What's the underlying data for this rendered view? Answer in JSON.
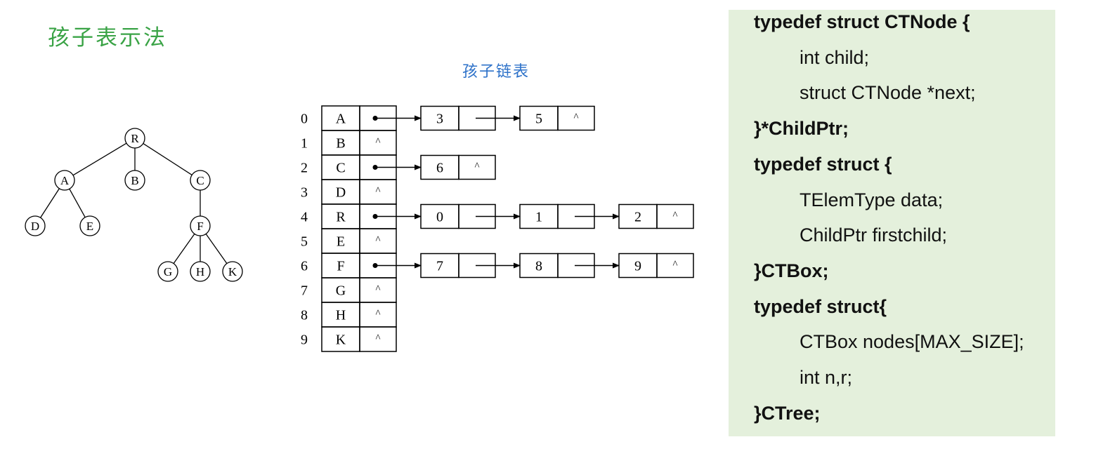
{
  "title": "孩子表示法",
  "subtitle": "孩子链表",
  "tree": {
    "root": "R",
    "level1": [
      "A",
      "B",
      "C"
    ],
    "level2": [
      "D",
      "E",
      "F"
    ],
    "level3": [
      "G",
      "H",
      "K"
    ]
  },
  "child_list": {
    "null_symbol": "^",
    "rows": [
      {
        "index": "0",
        "data": "A",
        "children": [
          "3",
          "5"
        ]
      },
      {
        "index": "1",
        "data": "B",
        "children": []
      },
      {
        "index": "2",
        "data": "C",
        "children": [
          "6"
        ]
      },
      {
        "index": "3",
        "data": "D",
        "children": []
      },
      {
        "index": "4",
        "data": "R",
        "children": [
          "0",
          "1",
          "2"
        ]
      },
      {
        "index": "5",
        "data": "E",
        "children": []
      },
      {
        "index": "6",
        "data": "F",
        "children": [
          "7",
          "8",
          "9"
        ]
      },
      {
        "index": "7",
        "data": "G",
        "children": []
      },
      {
        "index": "8",
        "data": "H",
        "children": []
      },
      {
        "index": "9",
        "data": "K",
        "children": []
      }
    ]
  },
  "code": {
    "lines": [
      {
        "text": "typedef struct CTNode {",
        "bold": true,
        "indent": false
      },
      {
        "text": "int child;",
        "bold": false,
        "indent": true
      },
      {
        "text": "struct CTNode *next;",
        "bold": false,
        "indent": true
      },
      {
        "text": "}*ChildPtr;",
        "bold": true,
        "indent": false
      },
      {
        "text": "typedef struct {",
        "bold": true,
        "indent": false
      },
      {
        "text": "TElemType data;",
        "bold": false,
        "indent": true
      },
      {
        "text": "ChildPtr firstchild;",
        "bold": false,
        "indent": true
      },
      {
        "text": "}CTBox;",
        "bold": true,
        "indent": false
      },
      {
        "text": "typedef struct{",
        "bold": true,
        "indent": false
      },
      {
        "text": "CTBox nodes[MAX_SIZE];",
        "bold": false,
        "indent": true
      },
      {
        "text": "int n,r;",
        "bold": false,
        "indent": true
      },
      {
        "text": "}CTree;",
        "bold": true,
        "indent": false
      }
    ]
  }
}
